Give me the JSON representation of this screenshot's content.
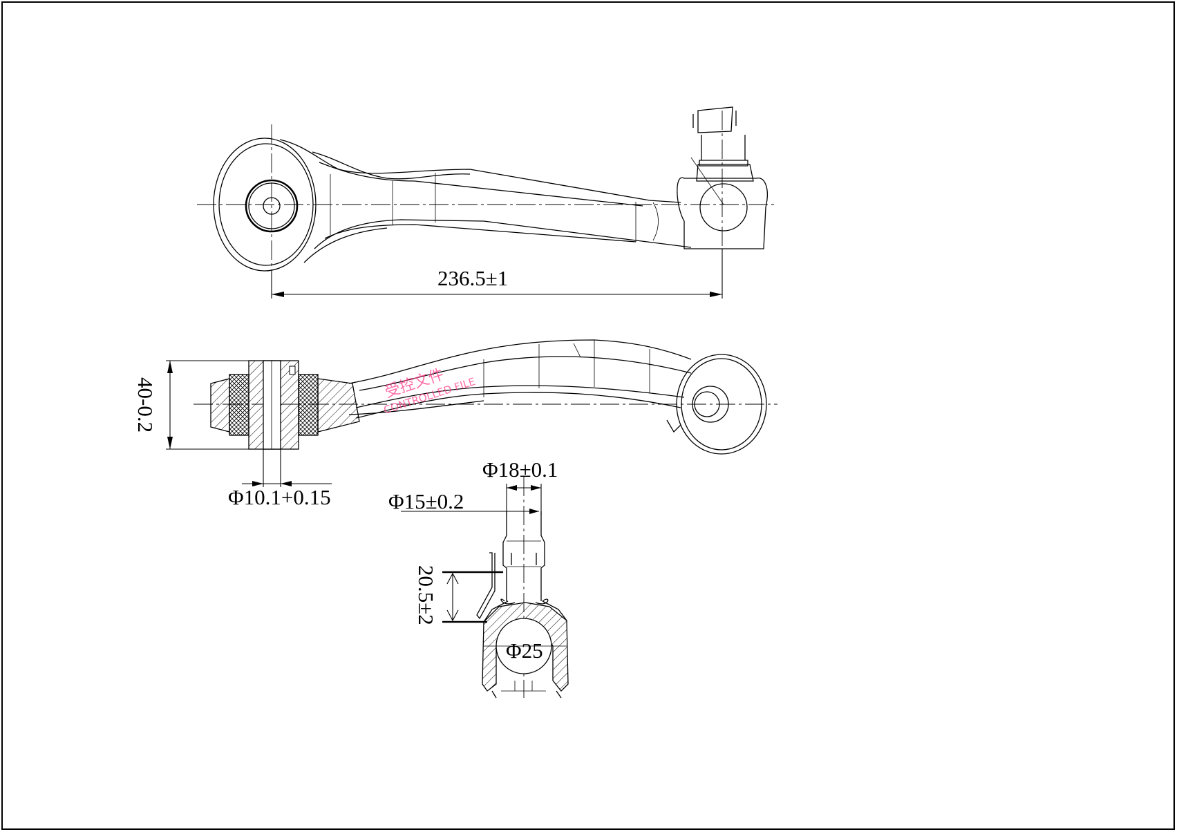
{
  "dimensions": {
    "length": "236.5±1",
    "thickness": "40-0.2",
    "bore_diameter": "Φ10.1+0.15",
    "stud_diameter_upper": "Φ18±0.1",
    "stud_diameter_lower": "Φ15±0.2",
    "stud_height": "20.5±2",
    "ball_diameter": "Φ25"
  },
  "stamp": {
    "line1": "受控文件",
    "line2": "CONTROLLED FILE"
  },
  "colors": {
    "line": "#000000",
    "stamp": "#ff3d8a",
    "background": "#ffffff"
  }
}
